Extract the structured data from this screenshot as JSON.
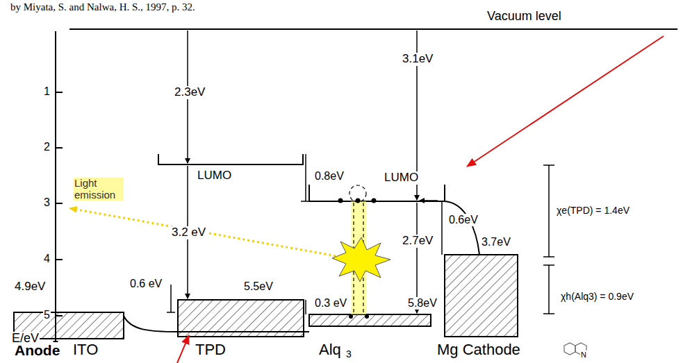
{
  "diagram": {
    "caption": "by Miyata, S. and Nalwa, H. S., 1997, p. 32.",
    "labels": [
      "Vacuum level",
      "1",
      "2",
      "3",
      "4",
      "5",
      "E/eV",
      "2.3eV",
      "LUMO",
      "3.1eV",
      "0.8eV",
      "LUMO",
      "Light emission",
      "3.2 eV",
      "2.7eV",
      "0.6eV",
      "3.7eV",
      "χe(TPD) = 1.4eV",
      "4.9eV",
      "0.6 eV",
      "5.5eV",
      "0.3 eV",
      "5.8eV",
      "χh(Alq3) = 0.9eV",
      "Anode",
      "ITO",
      "TPD",
      "Alq",
      "3",
      "Mg Cathode",
      "N"
    ]
  }
}
